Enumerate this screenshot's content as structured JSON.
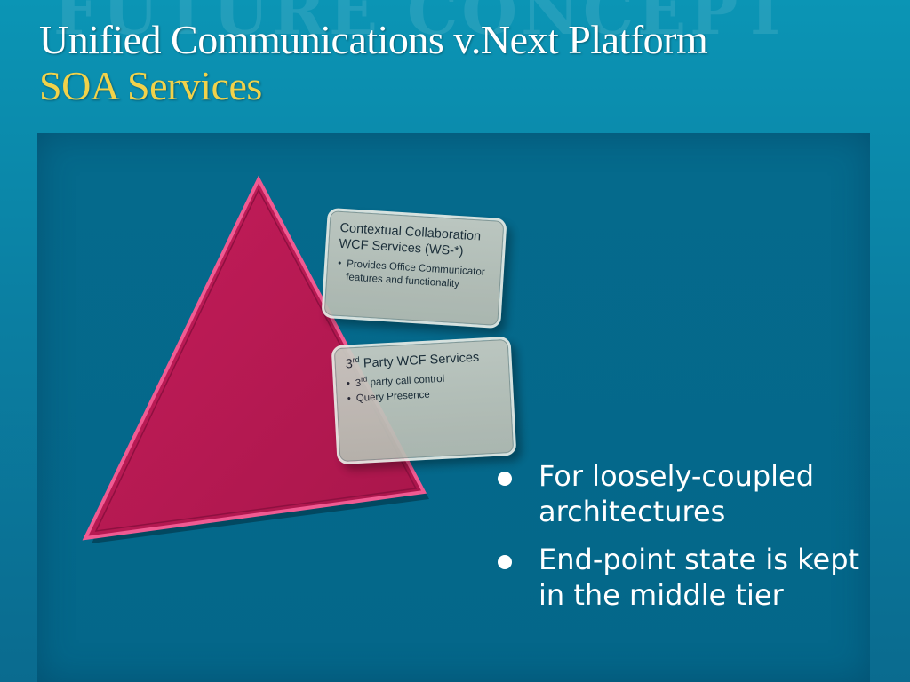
{
  "slide": {
    "watermark": "FUTURE CONCEPT",
    "title_line1": "Unified Communications v.Next Platform",
    "title_line2": "SOA Services",
    "colors": {
      "background": "#0b85a8",
      "panel": "#05698b",
      "title": "#ffffff",
      "subtitle": "#f1d24a",
      "triangle": "#b81a52",
      "box_fill": "#c3c8bf"
    }
  },
  "diagram": {
    "shape": "pyramid-triangle",
    "boxes": [
      {
        "title_prefix": "Contextual Collaboration",
        "title_suffix": "WCF Services (WS-*)",
        "items": [
          "Provides Office Communicator features and functionality"
        ]
      },
      {
        "title_prefix": "3",
        "title_sup": "rd",
        "title_suffix": " Party WCF Services",
        "items": [
          {
            "prefix": "3",
            "sup": "rd",
            "suffix": " party call control"
          },
          {
            "text": "Query Presence"
          }
        ]
      }
    ]
  },
  "bullets": [
    "For loosely-coupled architectures",
    "End-point state is kept in the middle tier"
  ]
}
